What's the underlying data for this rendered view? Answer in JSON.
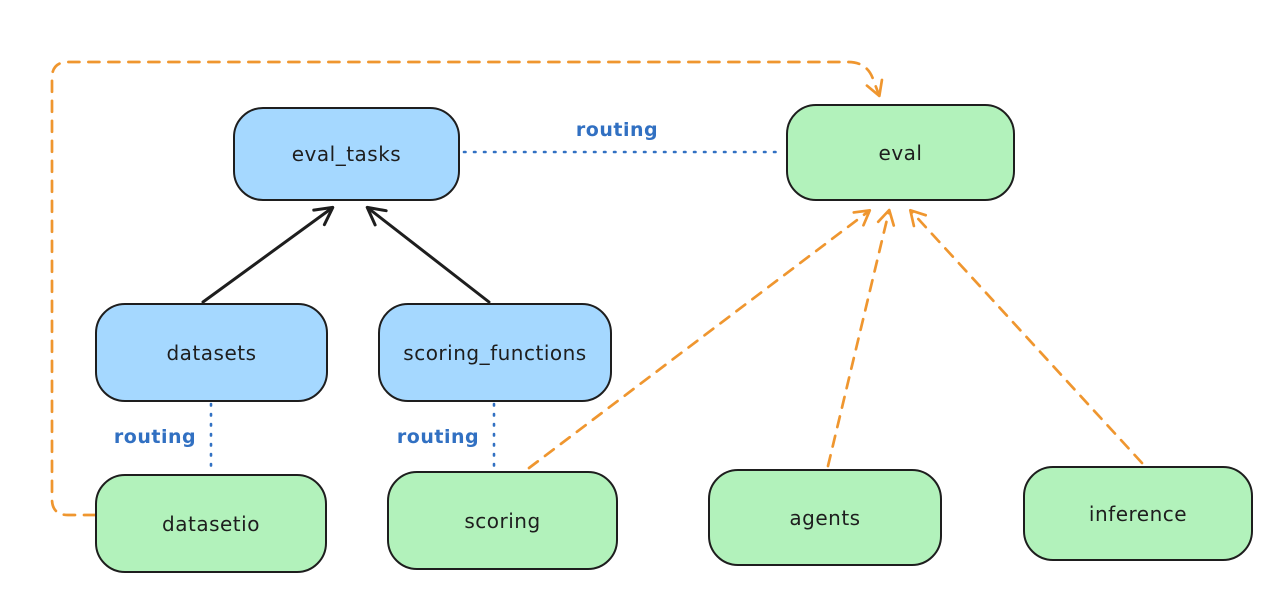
{
  "colors": {
    "blue_fill": "#a5d8ff",
    "green_fill": "#b2f2bb",
    "stroke": "#1e1e1e",
    "orange": "#ef962f",
    "blue_line": "#3170c2",
    "background": "#ffffff"
  },
  "nodes": {
    "eval_tasks": {
      "label": "eval_tasks",
      "fill": "blue"
    },
    "eval": {
      "label": "eval",
      "fill": "green"
    },
    "datasets": {
      "label": "datasets",
      "fill": "blue"
    },
    "scoring_functions": {
      "label": "scoring_functions",
      "fill": "blue"
    },
    "datasetio": {
      "label": "datasetio",
      "fill": "green"
    },
    "scoring": {
      "label": "scoring",
      "fill": "green"
    },
    "agents": {
      "label": "agents",
      "fill": "green"
    },
    "inference": {
      "label": "inference",
      "fill": "green"
    }
  },
  "edge_labels": {
    "eval_tasks_eval": "routing",
    "datasets_datasetio": "routing",
    "scoring_functions_scoring": "routing"
  },
  "edges": [
    {
      "from": "datasets",
      "to": "eval_tasks",
      "style": "solid",
      "color": "stroke",
      "arrow": true
    },
    {
      "from": "scoring_functions",
      "to": "eval_tasks",
      "style": "solid",
      "color": "stroke",
      "arrow": true
    },
    {
      "from": "eval_tasks",
      "to": "eval",
      "style": "dotted",
      "color": "blue_line",
      "arrow": false,
      "label": "routing"
    },
    {
      "from": "datasets",
      "to": "datasetio",
      "style": "dotted",
      "color": "blue_line",
      "arrow": false,
      "label": "routing"
    },
    {
      "from": "scoring_functions",
      "to": "scoring",
      "style": "dotted",
      "color": "blue_line",
      "arrow": false,
      "label": "routing"
    },
    {
      "from": "datasetio",
      "to": "eval",
      "style": "dashed",
      "color": "orange",
      "arrow": true
    },
    {
      "from": "scoring",
      "to": "eval",
      "style": "dashed",
      "color": "orange",
      "arrow": true
    },
    {
      "from": "agents",
      "to": "eval",
      "style": "dashed",
      "color": "orange",
      "arrow": true
    },
    {
      "from": "inference",
      "to": "eval",
      "style": "dashed",
      "color": "orange",
      "arrow": true
    }
  ]
}
